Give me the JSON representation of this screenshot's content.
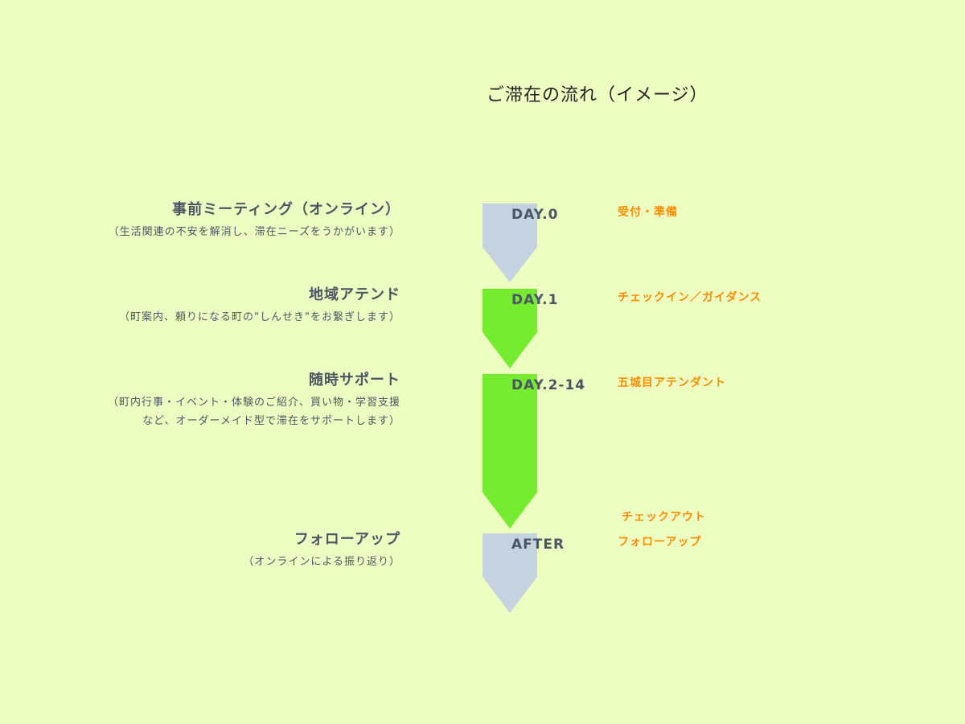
{
  "title": "ご滞在の流れ（イメージ）",
  "colors": {
    "background": "#eeffc2",
    "arrow_online": "#c5d3e0",
    "arrow_local": "#75ec2f",
    "text": "#4b5563",
    "accent": "#ff8c00"
  },
  "steps": [
    {
      "title": "事前ミーティング（オンライン）",
      "desc_lines": [
        "（生活関連の不安を解消し、滞在ニーズをうかがいます）"
      ],
      "day": "DAY.0",
      "right": "受付・準備"
    },
    {
      "title": "地域アテンド",
      "desc_lines": [
        "（町案内、頼りになる町の\"しんせき\"をお繋ぎします）"
      ],
      "day": "DAY.1",
      "right": "チェックイン／ガイダンス"
    },
    {
      "title": "随時サポート",
      "desc_lines": [
        "（町内行事・イベント・体験のご紹介、買い物・学習支援",
        "など、オーダーメイド型で滞在をサポートします）"
      ],
      "day": "DAY.2-14",
      "right": "五城目アテンダント"
    },
    {
      "title": "フォローアップ",
      "desc_lines": [
        "（オンラインによる振り返り）"
      ],
      "day": "AFTER",
      "right": "フォローアップ"
    }
  ],
  "checkout_label": "チェックアウト"
}
